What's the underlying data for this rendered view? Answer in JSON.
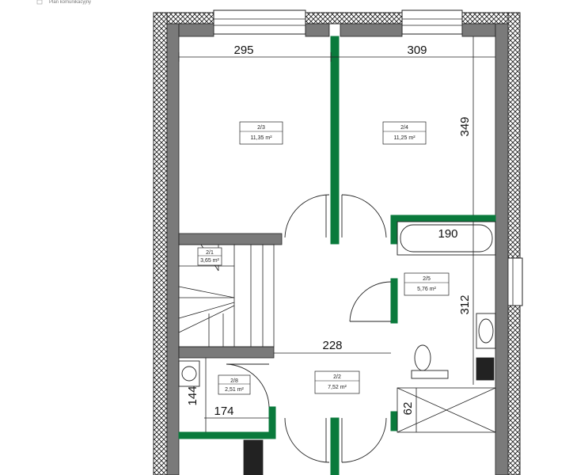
{
  "caption": {
    "text": "Plan komunikacyjny"
  },
  "dimensions": {
    "room3_width": "295",
    "room4_width": "309",
    "right_height": "349",
    "bath_tub": "190",
    "bath_height": "312",
    "hall_width": "228",
    "left_small_height": "144",
    "bottom_left_width": "174",
    "bottom_right_small": "62"
  },
  "rooms": {
    "r3": {
      "id": "2/3",
      "area": "11,35 m²"
    },
    "r4": {
      "id": "2/4",
      "area": "11,25 m²"
    },
    "r1": {
      "id": "2/1",
      "area": "3,65 m²"
    },
    "r5": {
      "id": "2/5",
      "area": "5,76 m²"
    },
    "r2": {
      "id": "2/2",
      "area": "7,52 m²"
    },
    "r8": {
      "id": "2/8",
      "area": "2,51 m²"
    }
  },
  "colors": {
    "wall_gray": "#7a7a7a",
    "partition_green": "#0a7a3c",
    "line": "#222222"
  }
}
